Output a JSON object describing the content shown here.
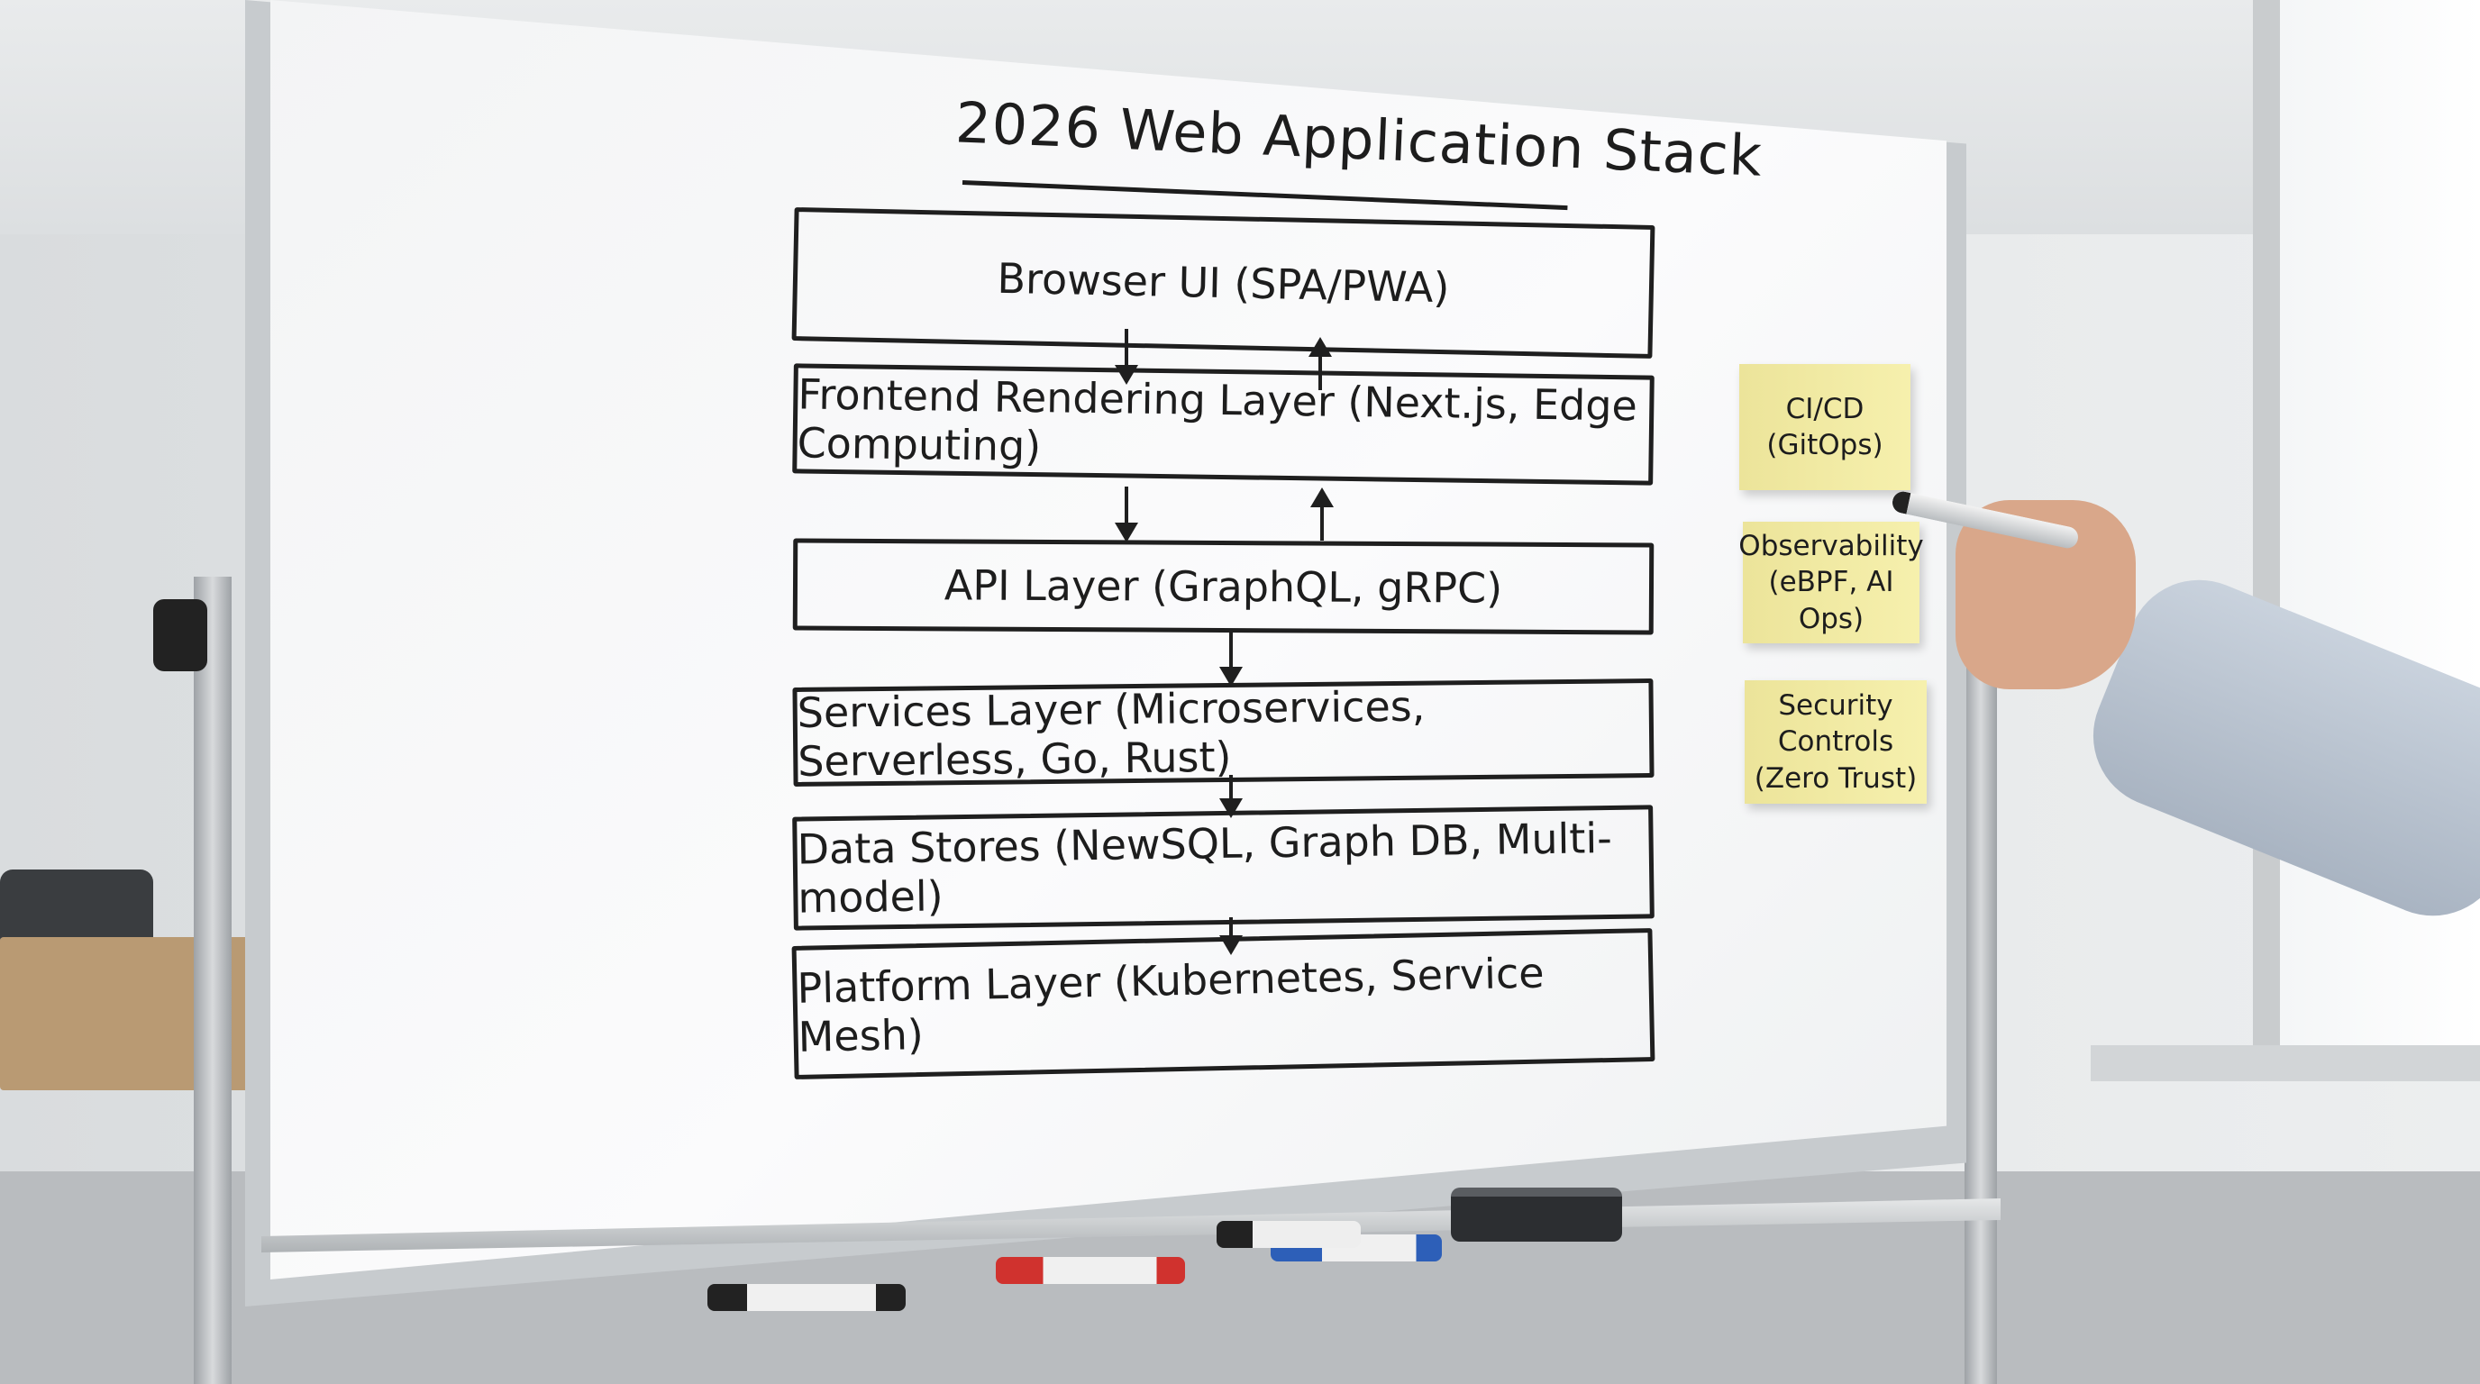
{
  "title": "2026 Web Application Stack",
  "layers": [
    {
      "label": "Browser UI (SPA/PWA)"
    },
    {
      "label": "Frontend Rendering Layer (Next.js, Edge Computing)"
    },
    {
      "label": "API Layer (GraphQL, gRPC)"
    },
    {
      "label": "Services Layer (Microservices, Serverless, Go, Rust)"
    },
    {
      "label": "Data Stores (NewSQL, Graph DB, Multi-model)"
    },
    {
      "label": "Platform Layer (Kubernetes, Service Mesh)"
    }
  ],
  "connections": [
    {
      "from": "Browser UI (SPA/PWA)",
      "to": "Frontend Rendering Layer (Next.js, Edge Computing)",
      "type": "bidirectional"
    },
    {
      "from": "Frontend Rendering Layer (Next.js, Edge Computing)",
      "to": "API Layer (GraphQL, gRPC)",
      "type": "bidirectional"
    },
    {
      "from": "API Layer (GraphQL, gRPC)",
      "to": "Services Layer (Microservices, Serverless, Go, Rust)",
      "type": "down"
    },
    {
      "from": "Services Layer (Microservices, Serverless, Go, Rust)",
      "to": "Data Stores (NewSQL, Graph DB, Multi-model)",
      "type": "down"
    },
    {
      "from": "Data Stores (NewSQL, Graph DB, Multi-model)",
      "to": "Platform Layer (Kubernetes, Service Mesh)",
      "type": "down"
    }
  ],
  "sticky_notes": [
    {
      "line1": "CI/CD",
      "line2": "(GitOps)"
    },
    {
      "line1": "Observability",
      "line2": "(eBPF, AI Ops)"
    },
    {
      "line1": "Security Controls",
      "line2": "(Zero Trust)"
    }
  ],
  "colors": {
    "sticky": "#f3eca6",
    "ink": "#1d1d1d",
    "marker_red": "#d0322e",
    "marker_blue": "#2d5fb8"
  }
}
